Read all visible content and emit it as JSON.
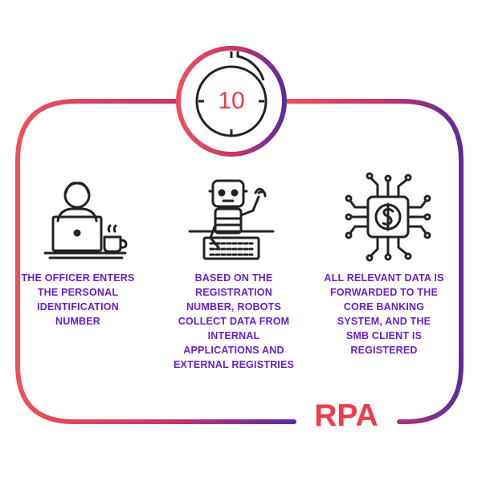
{
  "timer": {
    "value": "10"
  },
  "steps": [
    {
      "text": "THE OFFICER ENTERS\nTHE PERSONAL\nIDENTIFICATION\nNUMBER",
      "icon": "officer-laptop-icon"
    },
    {
      "text": "BASED ON THE\nREGISTRATION\nNUMBER, ROBOTS\nCOLLECT DATA FROM\nINTERNAL\nAPPLICATIONS AND\nEXTERNAL REGISTRIES",
      "icon": "robot-keyboard-icon"
    },
    {
      "text": "ALL RELEVANT DATA IS\nFORWARDED TO THE\nCORE BANKING\nSYSTEM, AND THE\nSMB CLIENT IS\nREGISTERED",
      "icon": "dollar-chip-icon"
    }
  ],
  "brand": {
    "label": "RPA"
  },
  "colors": {
    "gradient_start": "#f0505a",
    "gradient_end": "#5b2c9c",
    "text": "#6a1fc7",
    "accent": "#ee3d48",
    "icon": "#222222"
  }
}
